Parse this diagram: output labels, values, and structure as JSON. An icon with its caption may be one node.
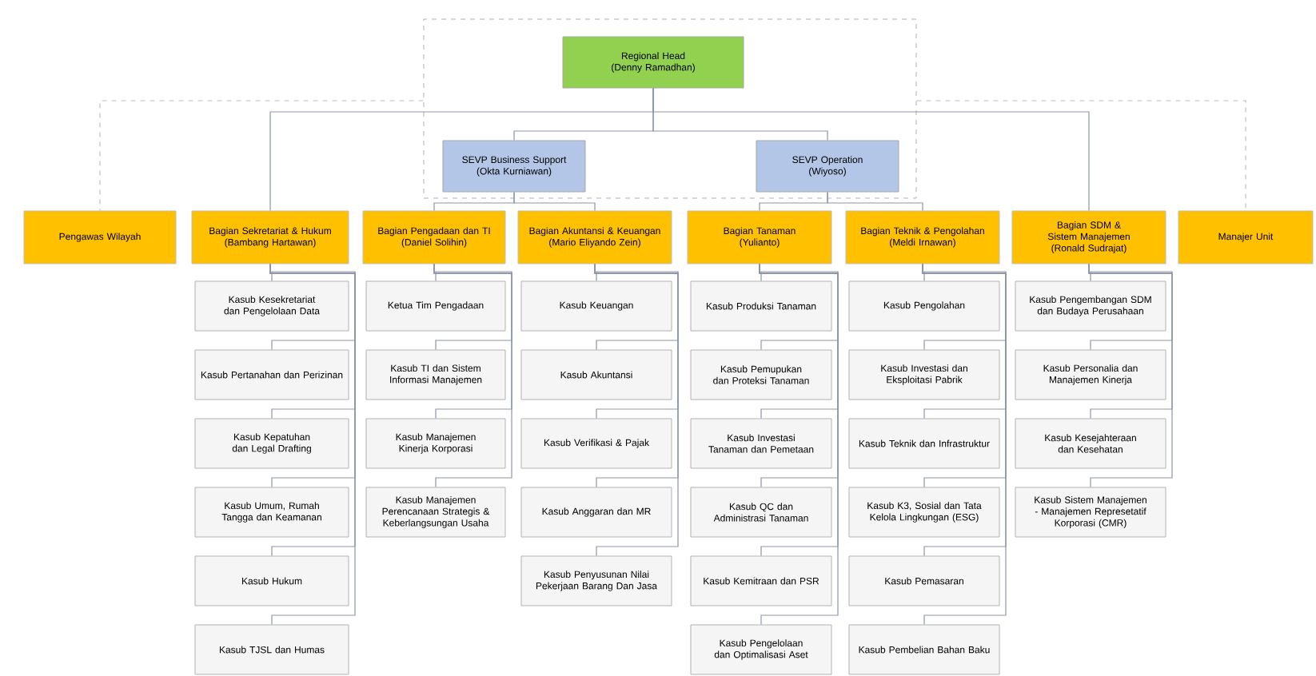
{
  "diagram": {
    "nodes": [
      {
        "text": [],
        "shape": "box"
      },
      {
        "text": [
          "Regional Head",
          "(Denny Ramadhan)"
        ],
        "in": 0
      },
      {
        "text": [
          "SEVP Business Support",
          "(Okta Kurniawan)"
        ],
        "in": 0
      },
      {
        "text": [
          "SEVP Operation",
          "(Wiyoso)"
        ],
        "in": 0
      },
      {
        "text": [
          "Pengawas Wilayah"
        ]
      },
      {
        "text": [
          "Bagian Sekretariat & Hukum",
          "(Bambang Hartawan)"
        ]
      },
      {
        "text": [
          "Bagian Pengadaan dan TI",
          "(Daniel Solihin)"
        ]
      },
      {
        "text": [
          "Bagian Akuntansi & Keuangan",
          "(Mario Eliyando Zein)"
        ]
      },
      {
        "text": [
          "Bagian Tanaman",
          "(Yulianto)"
        ]
      },
      {
        "text": [
          "Bagian Teknik & Pengolahan",
          "(Meldi Irnawan)"
        ]
      },
      {
        "text": [
          "Bagian SDM & Sistem Manajemen",
          "(Ronald Sudrajat)"
        ]
      },
      {
        "text": [
          "Manajer Unit"
        ]
      },
      {
        "text": [
          "Kasub Kesekretariat dan Pengelolaan Data"
        ]
      },
      {
        "text": [
          "Kasub Pertanahan dan Perizinan"
        ]
      },
      {
        "text": [
          "Kasub Kepatuhan dan Legal Drafting"
        ]
      },
      {
        "text": [
          "Kasub Umum, Rumah Tangga dan Keamanan"
        ]
      },
      {
        "text": [
          "Kasub Hukum"
        ]
      },
      {
        "text": [
          "Kasub TJSL dan Humas"
        ]
      },
      {
        "text": [
          "Ketua Tim Pengadaan"
        ]
      },
      {
        "text": [
          "Kasub TI dan Sistem Informasi Manajemen"
        ]
      },
      {
        "text": [
          "Kasub Manajemen Kinerja Korporasi"
        ]
      },
      {
        "text": [
          "Kasub Manajemen Perencanaan Strategis & Keberlangsungan Usaha"
        ]
      },
      {
        "text": [
          "Kasub Keuangan"
        ]
      },
      {
        "text": [
          "Kasub Akuntansi"
        ]
      },
      {
        "text": [
          "Kasub Verifikasi & Pajak"
        ]
      },
      {
        "text": [
          "Kasub Anggaran dan MR"
        ]
      },
      {
        "text": [
          "Kasub Penyusunan Nilai Pekerjaan Barang Dan Jasa"
        ]
      },
      {
        "text": [
          "Kasub Produksi Tanaman"
        ]
      },
      {
        "text": [
          "Kasub Pemupukan dan Proteksi Tanaman"
        ]
      },
      {
        "text": [
          "Kasub Investasi Tanaman dan Pemetaan"
        ]
      },
      {
        "text": [
          "Kasub QC dan Administrasi Tanaman"
        ]
      },
      {
        "text": [
          "Kasub Kemitraan dan PSR"
        ]
      },
      {
        "text": [
          "Kasub Pengelolaan dan Optimalisasi Aset"
        ]
      },
      {
        "text": [
          "Kasub Pengolahan"
        ]
      },
      {
        "text": [
          "Kasub Investasi dan Eksploitasi Pabrik"
        ]
      },
      {
        "text": [
          "Kasub Teknik dan Infrastruktur"
        ]
      },
      {
        "text": [
          "Kasub K3, Sosial dan Tata Kelola Lingkungan (ESG)"
        ]
      },
      {
        "text": [
          "Kasub Pemasaran"
        ]
      },
      {
        "text": [
          "Kasub Pembelian Bahan Baku"
        ]
      },
      {
        "text": [
          "Kasub Pengembangan SDM dan Budaya Perusahaan"
        ]
      },
      {
        "text": [
          "Kasub Personalia dan Manajemen Kinerja"
        ]
      },
      {
        "text": [
          "Kasub Kesejahteraan dan Kesehatan"
        ]
      },
      {
        "text": [
          "Kasub Sistem Manajemen - Manajemen Represetatif Korporasi (CMR)"
        ]
      }
    ],
    "edges": [
      {
        "from": 0,
        "to": 4,
        "arrow": "none",
        "style": "dashed",
        "color": "#bfbfbf"
      },
      {
        "from": 0,
        "to": 11,
        "arrow": "none",
        "style": "dashed",
        "color": "#bfbfbf"
      },
      {
        "from": 1,
        "to": 5,
        "arrow": "none"
      },
      {
        "from": 1,
        "to": 10,
        "arrow": "none"
      },
      {
        "from": 1,
        "to": 2,
        "arrow": "none"
      },
      {
        "from": 1,
        "to": 3,
        "arrow": "none"
      },
      {
        "from": 2,
        "to": 6,
        "arrow": "none"
      },
      {
        "from": 2,
        "to": 7,
        "arrow": "none"
      },
      {
        "from": 3,
        "to": 8,
        "arrow": "none"
      },
      {
        "from": 3,
        "to": 9,
        "arrow": "none"
      },
      {
        "from": 5,
        "to": 12,
        "arrow": "none"
      },
      {
        "from": 5,
        "to": 13,
        "arrow": "none"
      },
      {
        "from": 5,
        "to": 14,
        "arrow": "none"
      },
      {
        "from": 5,
        "to": 15,
        "arrow": "none"
      },
      {
        "from": 5,
        "to": 16,
        "arrow": "none"
      },
      {
        "from": 5,
        "to": 17,
        "arrow": "none"
      },
      {
        "from": 6,
        "to": 18,
        "arrow": "none"
      },
      {
        "from": 6,
        "to": 19,
        "arrow": "none"
      },
      {
        "from": 6,
        "to": 20,
        "arrow": "none"
      },
      {
        "from": 6,
        "to": 21,
        "arrow": "none"
      },
      {
        "from": 7,
        "to": 22,
        "arrow": "none"
      },
      {
        "from": 7,
        "to": 23,
        "arrow": "none"
      },
      {
        "from": 7,
        "to": 24,
        "arrow": "none"
      },
      {
        "from": 7,
        "to": 25,
        "arrow": "none"
      },
      {
        "from": 7,
        "to": 26,
        "arrow": "none"
      },
      {
        "from": 8,
        "to": 27,
        "arrow": "none"
      },
      {
        "from": 8,
        "to": 28,
        "arrow": "none"
      },
      {
        "from": 8,
        "to": 29,
        "arrow": "none"
      },
      {
        "from": 8,
        "to": 30,
        "arrow": "none"
      },
      {
        "from": 8,
        "to": 31,
        "arrow": "none"
      },
      {
        "from": 8,
        "to": 32,
        "arrow": "none"
      },
      {
        "from": 9,
        "to": 33,
        "arrow": "none"
      },
      {
        "from": 9,
        "to": 34,
        "arrow": "none"
      },
      {
        "from": 9,
        "to": 35,
        "arrow": "none"
      },
      {
        "from": 9,
        "to": 36,
        "arrow": "none"
      },
      {
        "from": 9,
        "to": 37,
        "arrow": "none"
      },
      {
        "from": 9,
        "to": 38,
        "arrow": "none"
      },
      {
        "from": 10,
        "to": 39,
        "arrow": "none"
      },
      {
        "from": 10,
        "to": 40,
        "arrow": "none"
      },
      {
        "from": 10,
        "to": 41,
        "arrow": "none"
      },
      {
        "from": 10,
        "to": 42,
        "arrow": "none"
      }
    ]
  }
}
